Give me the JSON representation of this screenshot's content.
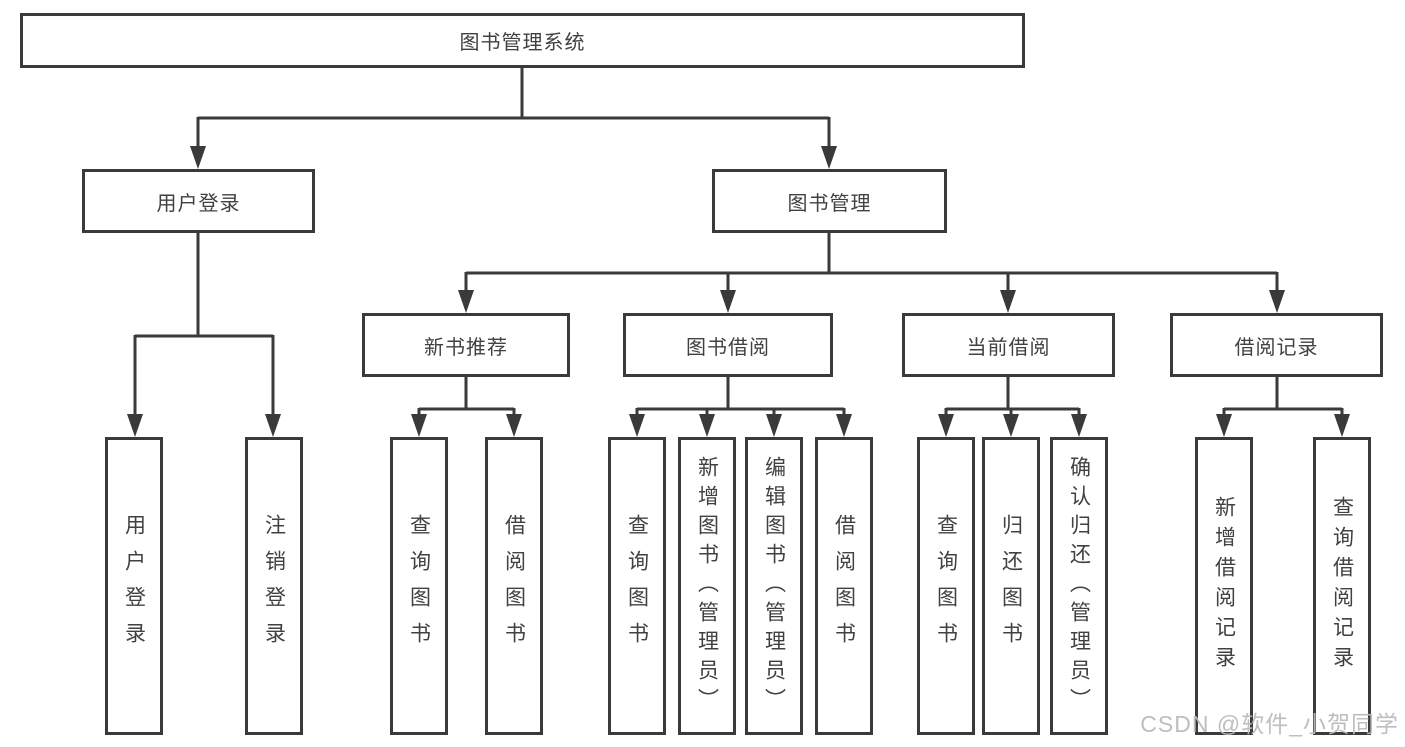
{
  "colors": {
    "line": "#3a3a3a",
    "box_border": "#3a3a3a",
    "text": "#414141",
    "background": "#ffffff",
    "watermark": "#bababa"
  },
  "diagram": {
    "root": {
      "label": "图书管理系统"
    },
    "level2": [
      {
        "label": "用户登录",
        "children": [
          {
            "label": "用户登录"
          },
          {
            "label": "注销登录"
          }
        ]
      },
      {
        "label": "图书管理",
        "children": [
          {
            "label": "新书推荐",
            "children": [
              {
                "label": "查询图书"
              },
              {
                "label": "借阅图书"
              }
            ]
          },
          {
            "label": "图书借阅",
            "children": [
              {
                "label": "查询图书"
              },
              {
                "label": "新增图书（管理员）"
              },
              {
                "label": "编辑图书（管理员）"
              },
              {
                "label": "借阅图书"
              }
            ]
          },
          {
            "label": "当前借阅",
            "children": [
              {
                "label": "查询图书"
              },
              {
                "label": "归还图书"
              },
              {
                "label": "确认归还（管理员）"
              }
            ]
          },
          {
            "label": "借阅记录",
            "children": [
              {
                "label": "新增借阅记录"
              },
              {
                "label": "查询借阅记录"
              }
            ]
          }
        ]
      }
    ]
  },
  "watermark": {
    "text": "CSDN @软件_小贺同学"
  }
}
